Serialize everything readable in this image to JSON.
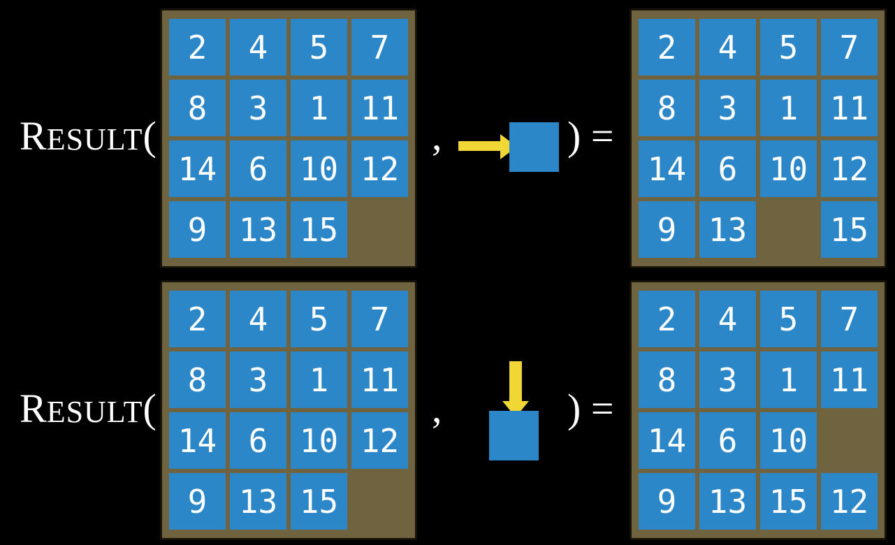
{
  "colors": {
    "background": "#000000",
    "board": "#6F6340",
    "board_edge": "#17130B",
    "tile": "#2B87C8",
    "arrow": "#F0D735",
    "text": "#FFFFFF"
  },
  "equation": {
    "function_initial": "R",
    "function_rest": "ESULT",
    "open_paren": "(",
    "comma": ",",
    "close_paren_equals": ") ="
  },
  "rows": [
    {
      "move_direction": "right",
      "move_icon": "arrow-right-into-tile",
      "input_board": {
        "cells": [
          "2",
          "4",
          "5",
          "7",
          "8",
          "3",
          "1",
          "11",
          "14",
          "6",
          "10",
          "12",
          "9",
          "13",
          "15",
          ""
        ]
      },
      "output_board": {
        "cells": [
          "2",
          "4",
          "5",
          "7",
          "8",
          "3",
          "1",
          "11",
          "14",
          "6",
          "10",
          "12",
          "9",
          "13",
          "",
          "15"
        ]
      }
    },
    {
      "move_direction": "down",
      "move_icon": "arrow-down-into-tile",
      "input_board": {
        "cells": [
          "2",
          "4",
          "5",
          "7",
          "8",
          "3",
          "1",
          "11",
          "14",
          "6",
          "10",
          "12",
          "9",
          "13",
          "15",
          ""
        ]
      },
      "output_board": {
        "cells": [
          "2",
          "4",
          "5",
          "7",
          "8",
          "3",
          "1",
          "11",
          "14",
          "6",
          "10",
          "",
          "9",
          "13",
          "15",
          "12"
        ]
      }
    }
  ]
}
